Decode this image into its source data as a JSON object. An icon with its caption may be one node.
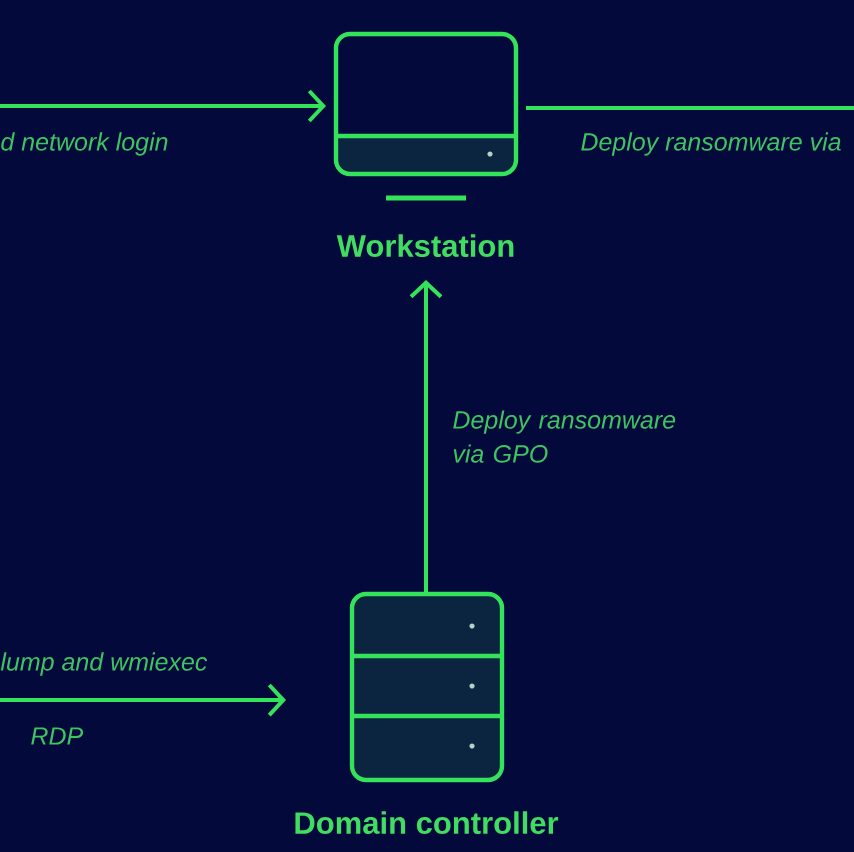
{
  "diagram": {
    "nodes": [
      {
        "text": [
          "Workstation"
        ]
      },
      {
        "text": [
          "Domain controller"
        ]
      }
    ],
    "edges": [
      {
        "from": null,
        "to": 0,
        "arrow": "to",
        "label": "d network login"
      },
      {
        "from": 0,
        "to": null,
        "arrow": "none",
        "label": "Deploy ransomware via"
      },
      {
        "from": 1,
        "to": 0,
        "arrow": "to",
        "label": "Deploy ransomware via GPO"
      },
      {
        "from": null,
        "to": 1,
        "arrow": "to",
        "label": "lump and wmiexec"
      }
    ],
    "labels": [
      "RDP"
    ]
  }
}
